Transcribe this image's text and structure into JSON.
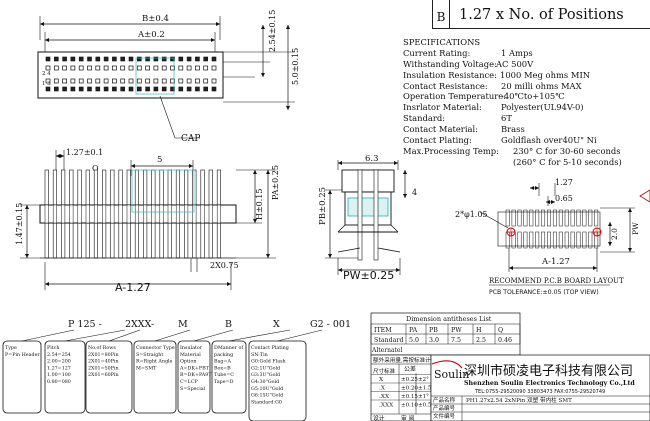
{
  "header": {
    "letter": "B",
    "positions": "1.27 x No. of Positions"
  },
  "specs": {
    "title": "SPECIFICATIONS",
    "rows": [
      {
        "label": "Current Rating:",
        "value": "1 Amps"
      },
      {
        "label": "Withstanding Voltage:",
        "value": "AC  500V"
      },
      {
        "label": "Insulation Resistance:",
        "value": "1000 Meg ohms MIN"
      },
      {
        "label": "Contact Resistance:",
        "value": "20 milli ohms MAX"
      },
      {
        "label": "Operation Temperature:",
        "value": "-40℃to+105℃"
      },
      {
        "label": "Insrlator Material:",
        "value": "Polyester(UL94V-0)"
      },
      {
        "label": "Standard:",
        "value": "6T"
      },
      {
        "label": "Contact Material:",
        "value": "Brass"
      },
      {
        "label": "Contact Plating:",
        "value": "Goldflash over40U\" Ni"
      },
      {
        "label": "Max.Processing Temp:",
        "value": "230° C for 30-60 seconds"
      },
      {
        "label": "",
        "value": "(260° C for  5-10 seconds)"
      }
    ]
  },
  "top_view": {
    "b_dim": "B±0.4",
    "a_dim": "A±0.2",
    "h1": "2.54±0.15",
    "h2": "5.0±0.15",
    "pin_a": "2  4",
    "pin_b": "1  3",
    "cap_label": "CAP"
  },
  "front_view": {
    "pitch": "1.27±0.1",
    "q": "Q",
    "five": "5",
    "left_h": "1.47±0.15",
    "pa": "PA±0.25",
    "h": "H±0.15",
    "pitch2": "2X0.75",
    "a127": "A-1.27"
  },
  "side_view": {
    "w": "6.3",
    "four": "4",
    "pb": "PB±0.25",
    "pw": "PW±0.25"
  },
  "pcb": {
    "d127": "1.27",
    "d065": "0.65",
    "holes": "2*φ1.05",
    "two": "2.0",
    "pw": "PW",
    "a127": "A-1.27",
    "title": "RECOMMEND P.C.B BOARD LAYOUT",
    "tol": "PCB TOLERANCE:±0.05 (TOP VIEW)"
  },
  "part_code": {
    "segments": [
      "P 125 -",
      "2XXX-",
      "M",
      "B",
      "X",
      "G2 - 001"
    ],
    "boxes": [
      [
        "Type",
        "P=Pin Header"
      ],
      [
        "Pitch",
        "2.54=254",
        "2.00=200",
        "1.27=127",
        "1.00=100",
        "0.80=080"
      ],
      [
        "No.of Rows",
        "2X01=80Pin",
        "2X01=40Pin",
        "2X01=50Pin",
        "2X01=60Pin"
      ],
      [
        "Connector Type",
        "S=Straight",
        "R=Right Angle",
        "M=SMT"
      ],
      [
        "Insulator",
        "Material",
        "Option",
        "A=DK+PBT",
        "B=DK+PA9T",
        "C=LCP",
        "S=Special"
      ],
      [
        "DManner of",
        "packing",
        "Bag=A",
        "Box=B",
        "Tube=C",
        "Tape=D"
      ],
      [
        "Contact Plating",
        "SN:Tin",
        "G0:Gold Flash",
        "G2:1U\"Gold",
        "G3:3U\"Gold",
        "G4:30\"Gold",
        "G5:10U\"Gold",
        "G6:15U\"Gold",
        "Standard:G0"
      ]
    ]
  },
  "dim_table": {
    "title": "Dimension antitheses List",
    "headers": [
      "ITEM",
      "PA",
      "PB",
      "PW",
      "H",
      "Q"
    ],
    "row1": [
      "Standard",
      "5.0",
      "3.0",
      "7.5",
      "2.5",
      "0.46"
    ],
    "row2": [
      "Alternatel",
      "",
      "",
      "",
      "",
      ""
    ]
  },
  "tol_table": {
    "note": "额外采用量,需按标准计价",
    "unit": "尺寸标准",
    "headers": [
      "",
      "公差"
    ],
    "rows": [
      [
        "X",
        "±0.25",
        "±2°"
      ],
      [
        ".X",
        "±0.20",
        "±1.5°"
      ],
      [
        ".XX",
        "±0.15",
        "±1°"
      ],
      [
        ".XXX",
        "±0.10",
        "±0.5°"
      ]
    ],
    "design": [
      "设计",
      "审 阅"
    ]
  },
  "company": {
    "logo": "Soulin",
    "name_cn": "深圳市硕凌电子科技有限公司",
    "name_en": "Shenzhen Soulin Electronics Technology Co.,Ltd",
    "tel": "TEL:0755-29520090 33803473  FAX:0755-29520749",
    "product_label": "产品名称",
    "product": "PH1.27x2.54 2xNPin 双塑 带内柱 SMT",
    "code_label": "产品编号",
    "file_label": "文件编号"
  }
}
